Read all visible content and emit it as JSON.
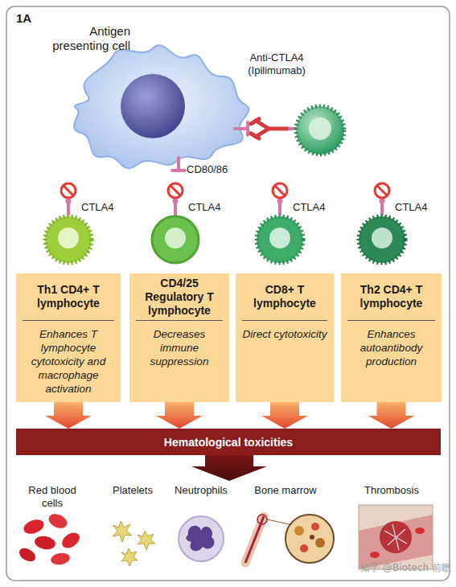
{
  "diagram": {
    "nodes": [
      {
        "text": [
          "Th1 CD4+ T lymphocyte",
          "Enhances T lymphocyte cytotoxicity and macrophage activation"
        ]
      },
      {
        "text": [
          "CD4/25 Regulatory T lymphocyte",
          "Decreases immune suppression"
        ]
      },
      {
        "text": [
          "CD8+ T lymphocyte",
          "Direct cytotoxicity"
        ]
      },
      {
        "text": [
          "Th2 CD4+ T lymphocyte",
          "Enhances autoantibody production"
        ]
      },
      {
        "text": [
          "Hematological toxicities"
        ]
      }
    ],
    "edges": [
      {
        "from": 0,
        "to": 4,
        "arrow": "to"
      },
      {
        "from": 1,
        "to": 4,
        "arrow": "to"
      },
      {
        "from": 2,
        "to": 4,
        "arrow": "to"
      },
      {
        "from": 3,
        "to": 4,
        "arrow": "to"
      }
    ],
    "labels": [
      "1A",
      "Antigen presenting cell",
      "Anti-CTLA4 (Ipilimumab)",
      "CD80/86",
      "CTLA4",
      "CTLA4",
      "CTLA4",
      "CTLA4",
      "Red blood cells",
      "Platelets",
      "Neutrophils",
      "Bone marrow",
      "Thrombosis",
      "知乎 @Biotech 前瞻"
    ]
  }
}
